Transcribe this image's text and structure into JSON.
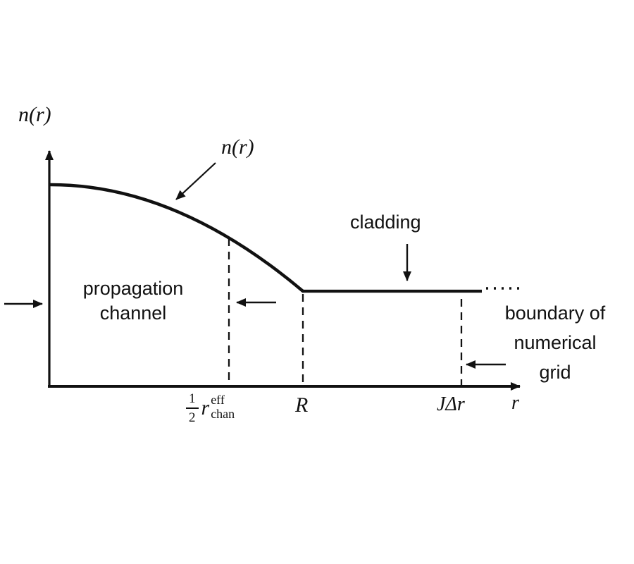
{
  "figure": {
    "y_axis_label": "n(r)",
    "x_axis_label": "r",
    "curve_label": "n(r)",
    "cladding_label": "cladding",
    "propagation_line1": "propagation",
    "propagation_line2": "channel",
    "boundary_line1": "boundary of",
    "boundary_line2": "numerical",
    "boundary_line3": "grid",
    "tick_half_numerator": "1",
    "tick_half_denominator": "2",
    "tick_chan_base": "r",
    "tick_chan_sup": "eff",
    "tick_chan_sub": "chan",
    "tick_R": "R",
    "tick_JDeltaR": "JΔr",
    "line_color": "#111111"
  }
}
